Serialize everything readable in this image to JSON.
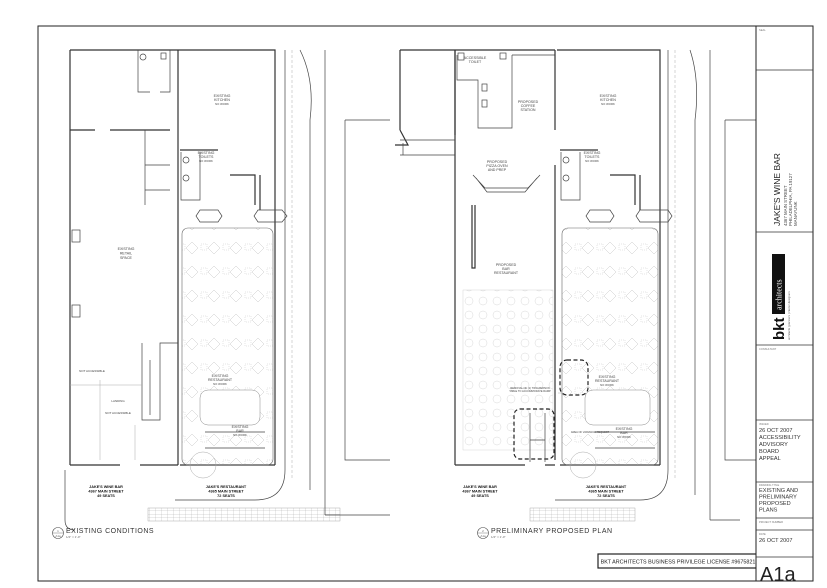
{
  "plans": [
    {
      "title": "EXISTING CONDITIONS",
      "number": "1",
      "sheet": "A1a",
      "scale": "1/4\" = 1'-0\"",
      "rooms": {
        "kitchen": [
          "EXISTING",
          "KITCHEN",
          "NO WORK"
        ],
        "toilets": [
          "EXISTING",
          "TOILETS",
          "NO WORK"
        ],
        "retail": [
          "EXISTING",
          "RETAIL",
          "SPACE"
        ],
        "restaurant": [
          "EXISTING",
          "RESTAURANT",
          "NO WORK"
        ],
        "bar": [
          "EXISTING",
          "BAR",
          "NO WORK"
        ],
        "not_accessible_1": "NOT ACCESSIBLE",
        "not_accessible_2": "NOT ACCESSIBLE",
        "landing": "LANDING"
      },
      "tenants": [
        {
          "name": "JAKE'S WINE BAR",
          "address": "4367 MAIN STREET",
          "seats": "49 SEATS"
        },
        {
          "name": "JAKE'S RESTAURANT",
          "address": "4365 MAIN STREET",
          "seats": "72 SEATS"
        }
      ]
    },
    {
      "title": "PRELIMINARY PROPOSED PLAN",
      "number": "2",
      "sheet": "A1a",
      "scale": "1/4\" = 1'-0\"",
      "rooms": {
        "accessible_toilet": [
          "ACCESSIBLE",
          "TOILET"
        ],
        "coffee": [
          "PROPOSED",
          "COFFEE",
          "STATION"
        ],
        "kitchen": [
          "EXISTING",
          "KITCHEN",
          "NO WORK"
        ],
        "pizza": [
          "PROPOSED",
          "PIZZA OVEN",
          "AND PREP"
        ],
        "toilets": [
          "EXISTING",
          "TOILETS",
          "NO WORK"
        ],
        "bar_restaurant": [
          "PROPOSED",
          "BAR",
          "RESTAURANT"
        ],
        "removal_note": [
          "REMOVAL OF (1) TWO-PERSON",
          "TABLE TO ACCOMMODATE RAMP"
        ],
        "restaurant": [
          "EXISTING",
          "RESTAURANT",
          "NO WORK"
        ],
        "variance_note": "AREA OF VARIANCE REQUEST",
        "bar": [
          "EXISTING",
          "BAR",
          "NO WORK"
        ]
      },
      "tenants": [
        {
          "name": "JAKE'S WINE BAR",
          "address": "4367 MAIN STREET",
          "seats": "49 SEATS"
        },
        {
          "name": "JAKE'S RESTAURANT",
          "address": "4365 MAIN STREET",
          "seats": "72 SEATS"
        }
      ]
    }
  ],
  "license": "BKT ARCHITECTS BUSINESS PRIVILEGE LICENSE #9675821",
  "title_block": {
    "seal_label": "SEAL",
    "project_name": "JAKE'S WINE BAR",
    "project_address": [
      "4367 MAIN STREET",
      "PHILADELPHIA, PA 19127",
      "MANAYUNK"
    ],
    "firm_logo_bold": "bkt",
    "firm_logo_word": "architects",
    "firm_tagline": "architects | planners | interior designers",
    "consultant_label": "CONSULTANT",
    "issued_label": "ISSUED",
    "issued_lines": [
      "26 OCT 2007",
      "ACCESSIBILITY",
      "ADVISORY",
      "BOARD",
      "APPEAL"
    ],
    "drawing_title_label": "DRAWING TITLE",
    "drawing_title_lines": [
      "EXISTING AND",
      "PRELIMINARY",
      "PROPOSED",
      "PLANS"
    ],
    "project_number_label": "PROJECT NUMBER",
    "date_label": "DATE",
    "date": "26 OCT 2007",
    "sheet_number": "A1a"
  }
}
